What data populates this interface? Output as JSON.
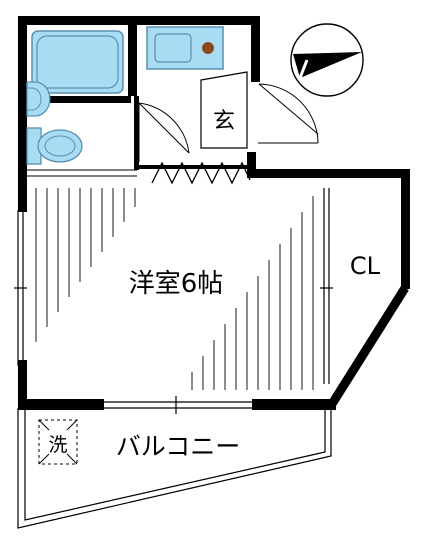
{
  "labels": {
    "entrance": "玄",
    "room": "洋室6帖",
    "closet": "CL",
    "balcony": "バルコニー",
    "washer": "洗"
  },
  "colors": {
    "wall": "#000000",
    "fixture_fill": "#a8dcf2",
    "fixture_stroke": "#5a8fb0",
    "faucet": "#8a4a1e",
    "background": "#ffffff"
  },
  "icons": {
    "compass": "north-arrow-icon"
  }
}
